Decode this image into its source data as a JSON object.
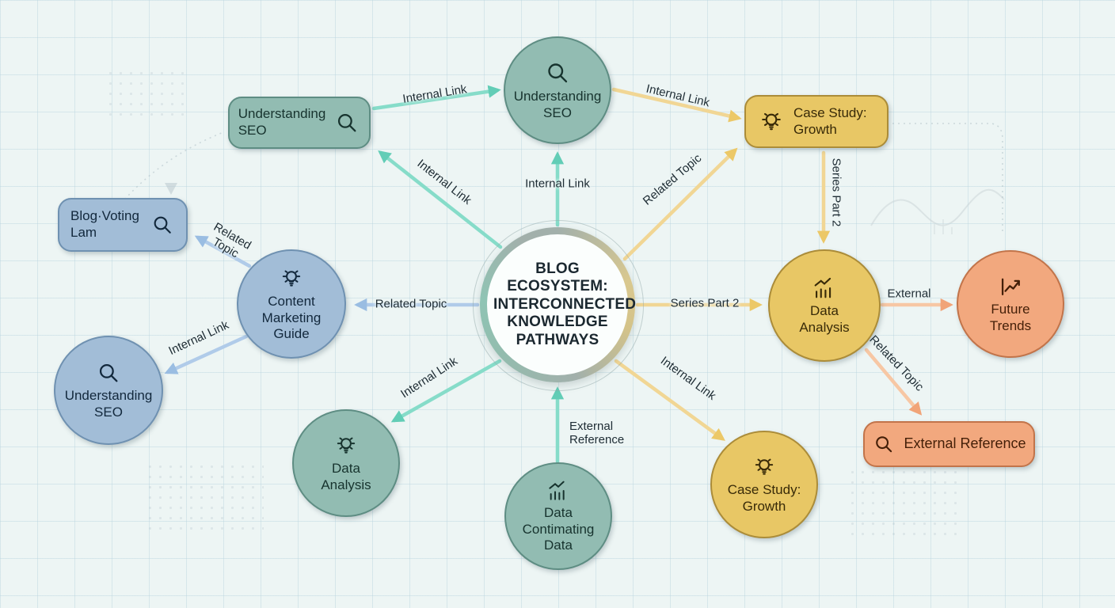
{
  "diagram": {
    "center_title": "BLOG ECOSYSTEM: INTERCONNECTED KNOWLEDGE PATHWAYS"
  },
  "nodes": {
    "seo_box_top": {
      "label": "Understanding SEO",
      "icon": "magnifier"
    },
    "seo_circle_top": {
      "label": "Understanding SEO",
      "icon": "magnifier"
    },
    "case_study_box": {
      "label": "Case Study: Growth",
      "icon": "lightbulb"
    },
    "blog_voting": {
      "label": "Blog·Voting Lam",
      "icon": "magnifier"
    },
    "content_guide": {
      "label": "Content Marketing Guide",
      "icon": "lightbulb"
    },
    "seo_circle_left": {
      "label": "Understanding SEO",
      "icon": "magnifier"
    },
    "data_analysis_left": {
      "label": "Data Analysis",
      "icon": "lightbulb"
    },
    "data_contimating": {
      "label": "Data Contimating Data",
      "icon": "bar-chart"
    },
    "case_study_circle": {
      "label": "Case Study: Growth",
      "icon": "lightbulb"
    },
    "data_analysis_right": {
      "label": "Data Analysis",
      "icon": "bar-chart"
    },
    "future_trends": {
      "label": "Future Trends",
      "icon": "line-chart"
    },
    "external_reference": {
      "label": "External Reference",
      "icon": "magnifier"
    }
  },
  "edge_labels": {
    "center_to_seo_circle": "Internal Link",
    "center_to_seo_box": "Internal Link",
    "seo_box_to_seo_circle": "Internal Link",
    "seo_circle_to_case_box": "Internal Link",
    "center_to_case_box": "Related Topic",
    "center_to_content": "Related Topic",
    "content_to_blog": "Related Topic",
    "content_to_seo_left": "Internal Link",
    "center_to_data_left": "Internal Link",
    "datacont_to_center": "External Reference",
    "center_to_case_circle": "Internal Link",
    "center_to_data_right": "Series Part 2",
    "casebox_to_data_right": "Series Part 2",
    "data_right_to_future": "External",
    "data_right_to_extref": "Related Topic"
  },
  "colors": {
    "background": "#edf5f4",
    "teal_fill": "#92bcb2",
    "teal_border": "#5e8d83",
    "teal_arrow": "#86dcc9",
    "blue_fill": "#a2bdd7",
    "blue_border": "#6f91b1",
    "blue_arrow": "#b0cbe9",
    "yellow_fill": "#e8c765",
    "yellow_border": "#ab8c39",
    "yellow_arrow": "#f1d694",
    "orange_fill": "#f2a87e",
    "orange_border": "#c2744a",
    "orange_arrow": "#f7c7a4"
  }
}
